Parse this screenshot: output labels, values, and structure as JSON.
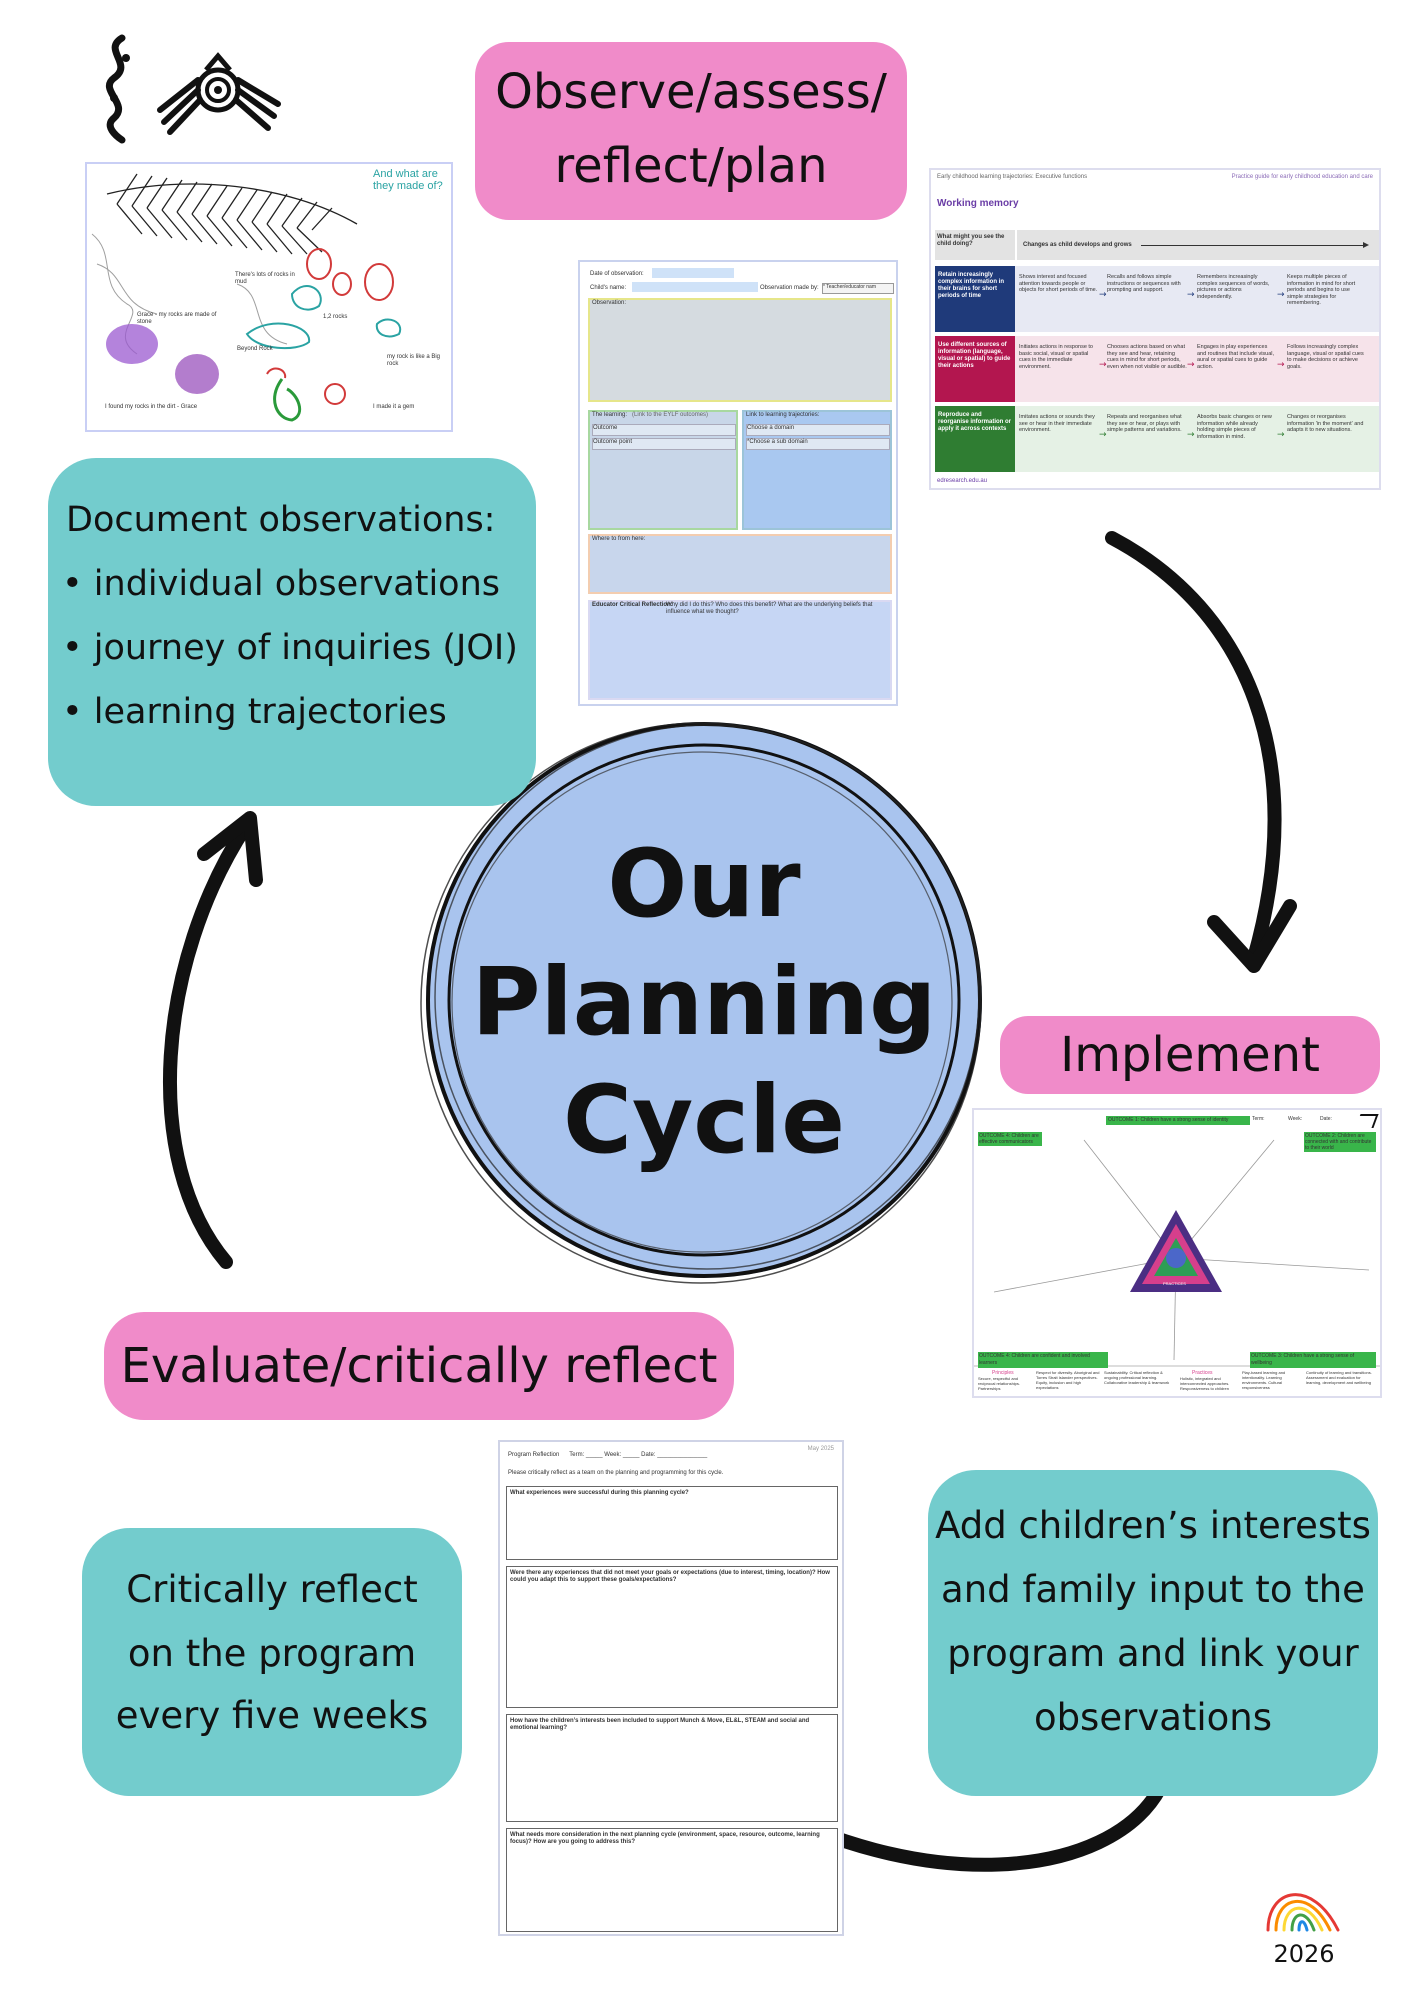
{
  "center": {
    "line1": "Our",
    "line2": "Planning",
    "line3": "Cycle"
  },
  "stages": {
    "observe": {
      "line1": "Observe/assess/",
      "line2": "reflect/plan"
    },
    "implement": "Implement",
    "evaluate": "Evaluate/critically reflect"
  },
  "document_box": {
    "title": "Document observations:",
    "items": [
      "individual observations",
      "journey of inquiries (JOI)",
      "learning trajectories"
    ]
  },
  "critically_box": {
    "line1": "Critically reflect",
    "line2": "on the program",
    "line3": "every five weeks"
  },
  "interests_box": {
    "line1": "Add children’s interests",
    "line2": "and family input to the",
    "line3": "program and link your",
    "line4": "observations"
  },
  "year": "2026",
  "observation_form": {
    "date_label": "Date of observation:",
    "child_label": "Child's name:",
    "made_by_label": "Observation made by:",
    "made_by_value": "* Teacher/educator nam",
    "observation_label": "Observation:",
    "learning_label": "The learning:",
    "learning_hint": "(Link to the EYLF outcomes)",
    "outcome_label": "Outcome",
    "outcome_point_label": "Outcome point",
    "trajectories_label": "Link to learning trajectories:",
    "domain_label": "Choose a domain",
    "subdomain_label": "*Choose a sub domain",
    "where_label": "Where to from here:",
    "reflection_label": "Educator Critical Reflection:",
    "reflection_text": "Why did I do this? Who does this benefit? What are the underlying beliefs that influence what we thought?"
  },
  "trajectory_doc": {
    "header_left": "Early childhood learning trajectories: Executive functions",
    "header_right": "Practice guide for early childhood education and care",
    "title": "Working memory",
    "question": "What might you see the child doing?",
    "changes": "Changes as child develops and grows",
    "rows": [
      {
        "label": "Retain increasingly complex information in their brains for short periods of time",
        "color": "#1f3a7a",
        "bg": "#e7e9f3",
        "cells": [
          "Shows interest and focused attention towards people or objects for short periods of time.",
          "Recalls and follows simple instructions or sequences with prompting and support.",
          "Remembers increasingly complex sequences of words, pictures or actions independently.",
          "Keeps multiple pieces of information in mind for short periods and begins to use simple strategies for remembering."
        ]
      },
      {
        "label": "Use different sources of information (language, visual or spatial) to guide their actions",
        "color": "#b3164f",
        "bg": "#f6e3ea",
        "cells": [
          "Initiates actions in response to basic social, visual or spatial cues in the immediate environment.",
          "Chooses actions based on what they see and hear, retaining cues in mind for short periods, even when not visible or audible.",
          "Engages in play experiences and routines that include visual, aural or spatial cues to guide action.",
          "Follows increasingly complex language, visual or spatial cues to make decisions or achieve goals."
        ]
      },
      {
        "label": "Reproduce and reorganise information or apply it across contexts",
        "color": "#2f7d32",
        "bg": "#e5f1e5",
        "cells": [
          "Imitates actions or sounds they see or hear in their immediate environment.",
          "Repeats and reorganises what they see or hear, or plays with simple patterns and variations.",
          "Absorbs basic changes or new information while already holding simple pieces of information in mind.",
          "Changes or reorganises information 'in the moment' and adapts it to new situations."
        ]
      }
    ],
    "footer": "edresearch.edu.au"
  },
  "implement_doc": {
    "top_outcome": "OUTCOME 1: Children have a strong sense of identity",
    "term": "Term:",
    "week": "Week:",
    "date": "Date:",
    "left_outcome": "OUTCOME 4: Children are effective communicators",
    "right_outcome": "OUTCOME 2: Children are connected with and contribute to their world",
    "bottom_left_outcome": "OUTCOME 4: Children are confident and involved learners",
    "bottom_right_outcome": "OUTCOME 3: Children have a strong sense of wellbeing",
    "principles_label": "Principles",
    "principles_cols": [
      "Secure, respectful and reciprocal relationships. Partnerships",
      "Respect for diversity. Aboriginal and Torres Strait Islander perspectives. Equity, inclusion and high expectations",
      "Sustainability. Critical reflection & ongoing professional learning. Collaborative leadership & teamwork"
    ],
    "practices_label": "Practices",
    "practices_cols": [
      "Holistic, integrated and interconnected approaches. Responsiveness to children",
      "Play-based learning and intentionality. Learning environments. Cultural responsiveness",
      "Continuity of learning and transitions. Assessment and evaluation for learning, development and wellbeing"
    ],
    "center_label": "PRACTICES"
  },
  "reflection_doc": {
    "header": "Program Reflection      Term: _____ Week: _____ Date: _______________",
    "corner": "May 2025",
    "intro": "Please critically reflect as a team on the planning and programming for this cycle.",
    "questions": [
      "What experiences were successful during this planning cycle?",
      "Were there any experiences that did not meet your goals or expectations (due to interest, timing, location)? How could you adapt this to support these goals/expectations?",
      "How have the children’s interests been included to support Munch & Move, EL&L, STEAM and social and emotional learning?",
      "What needs more consideration in the next planning cycle (environment, space, resource, outcome, learning focus)? How are you going to address this?"
    ]
  },
  "drawing_doc": {
    "notes": [
      "And what are they made of?",
      "There's lots of rocks in mud",
      "1,2 rocks",
      "Grace - my rocks are made of stone",
      "Beyond Rock",
      "I found my rocks in the dirt - Grace",
      "my rock is like a Big rock",
      "I made it a gem"
    ]
  }
}
